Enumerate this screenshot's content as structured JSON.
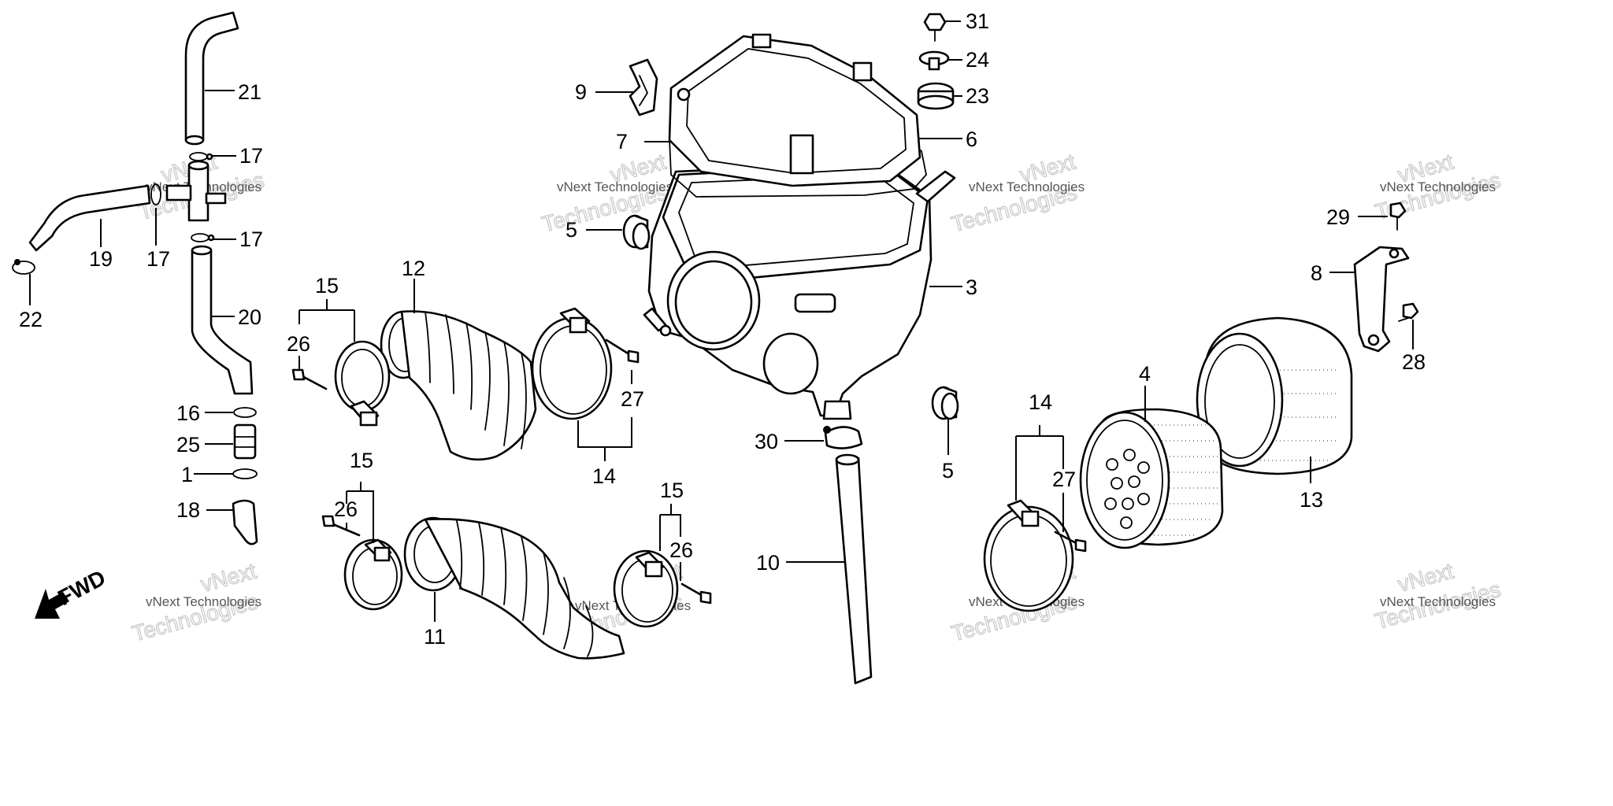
{
  "diagram": {
    "callouts": [
      "31",
      "24",
      "23",
      "9",
      "7",
      "6",
      "21",
      "17",
      "17",
      "17",
      "19",
      "22",
      "20",
      "5",
      "3",
      "29",
      "8",
      "28",
      "15",
      "26",
      "12",
      "27",
      "14",
      "16",
      "25",
      "1",
      "18",
      "30",
      "5",
      "4",
      "13",
      "14",
      "27",
      "15",
      "26",
      "15",
      "26",
      "10",
      "11"
    ],
    "fwd_label": "FWD",
    "watermark_small": "vNext Technologies",
    "watermark_big": [
      "vNext",
      "Technologies"
    ]
  }
}
